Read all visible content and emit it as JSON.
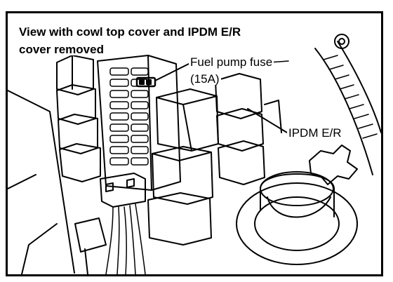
{
  "diagram": {
    "caption_line1": "View with cowl top cover and IPDM E/R",
    "caption_line2": "cover removed",
    "label_fuse_line1": "Fuel pump fuse",
    "label_fuse_line2": "(15A)",
    "label_ipdm": "IPDM E/R"
  }
}
